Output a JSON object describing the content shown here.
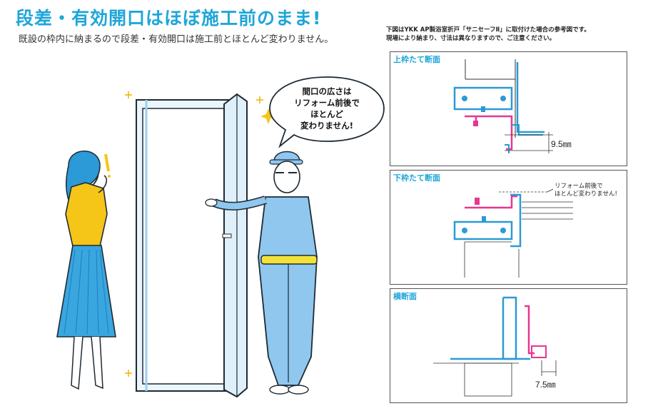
{
  "header": {
    "title": "段差・有効開口はほぼ施工前のまま!",
    "subtitle": "既設の枠内に納まるので段差・有効開口は施工前とほとんど変わりません。"
  },
  "note": {
    "line1": "下図はYKK AP製浴室折戸「サニセーフⅡ」に取付けた場合の参考図です。",
    "line2": "現場により納まり、寸法は異なりますので、ご注意ください。"
  },
  "bubble": {
    "line1": "間口の広さは",
    "line2": "リフォーム前後で",
    "line3": "ほとんど",
    "line4": "変わりません!"
  },
  "panels": {
    "top": {
      "label": "上枠たて断面",
      "dimension": "9.5㎜"
    },
    "bottom": {
      "label": "下枠たて断面",
      "callout_line1": "リフォーム前後で",
      "callout_line2": "ほとんど変わりません!"
    },
    "side": {
      "label": "横断面",
      "dimension": "7.5㎜"
    }
  },
  "colors": {
    "accent": "#1fa6d8",
    "new_frame": "#e8368f",
    "shirt": "#f5c518",
    "skirt": "#2b9ad6",
    "overall": "#8fc7ef",
    "belt": "#f2e23a"
  }
}
